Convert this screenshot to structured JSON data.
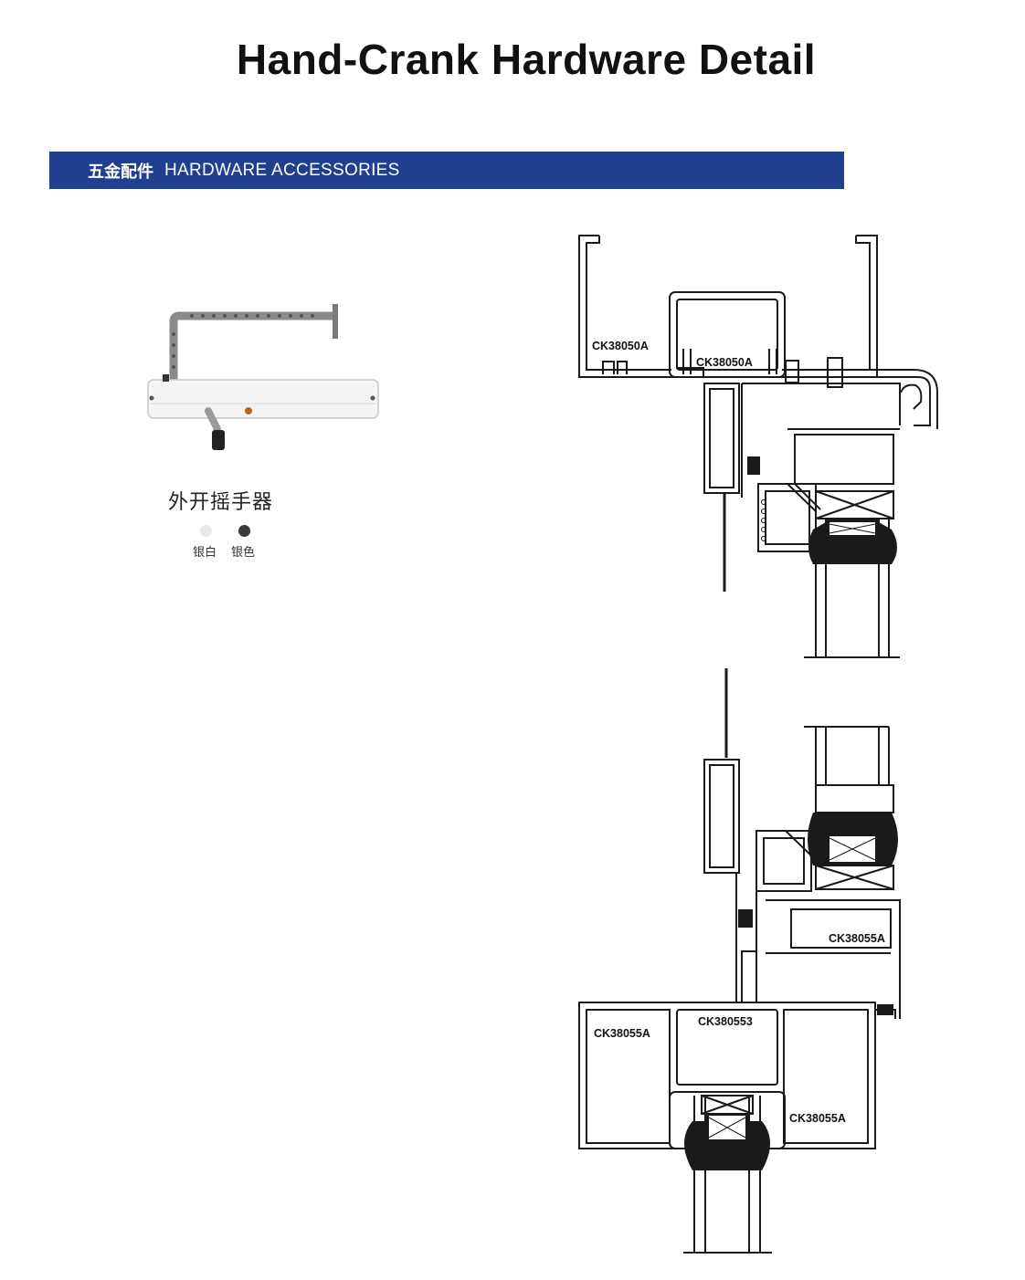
{
  "page": {
    "title": "Hand-Crank Hardware Detail"
  },
  "section": {
    "label_zh": "五金配件",
    "label_en": "HARDWARE ACCESSORIES",
    "bar_color": "#213f8f"
  },
  "product": {
    "name": "外开摇手器",
    "colors": [
      {
        "label": "银白",
        "hex": "#e9e9e9"
      },
      {
        "label": "银色",
        "hex": "#3a3a3a"
      }
    ]
  },
  "diagram": {
    "labels": {
      "top_left_frame": "CK38050A",
      "top_mid_frame": "CK38050A",
      "lower_sash": "CK38055A",
      "bottom_left": "CK38055A",
      "bottom_mid": "CK380553",
      "bottom_right": "CK38055A"
    }
  }
}
